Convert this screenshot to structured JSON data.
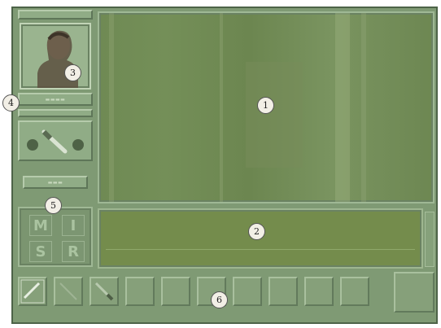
{
  "callouts": {
    "viewport": "1",
    "message_log": "2",
    "portrait": "3",
    "name_plate": "4",
    "stats_panel": "5",
    "inventory_bar": "6"
  },
  "colors": {
    "frame": "#7f9a74",
    "viewport": "#748f58",
    "message": "#748c4c",
    "callout_bg": "#f2efe6"
  },
  "stats": [
    "M",
    "I",
    "S",
    "R"
  ],
  "icons": {
    "portrait": "warrior-portrait-icon",
    "weapon": "sword-icon",
    "inventory": [
      "sword-icon",
      "dagger-icon",
      "wand-icon"
    ]
  }
}
